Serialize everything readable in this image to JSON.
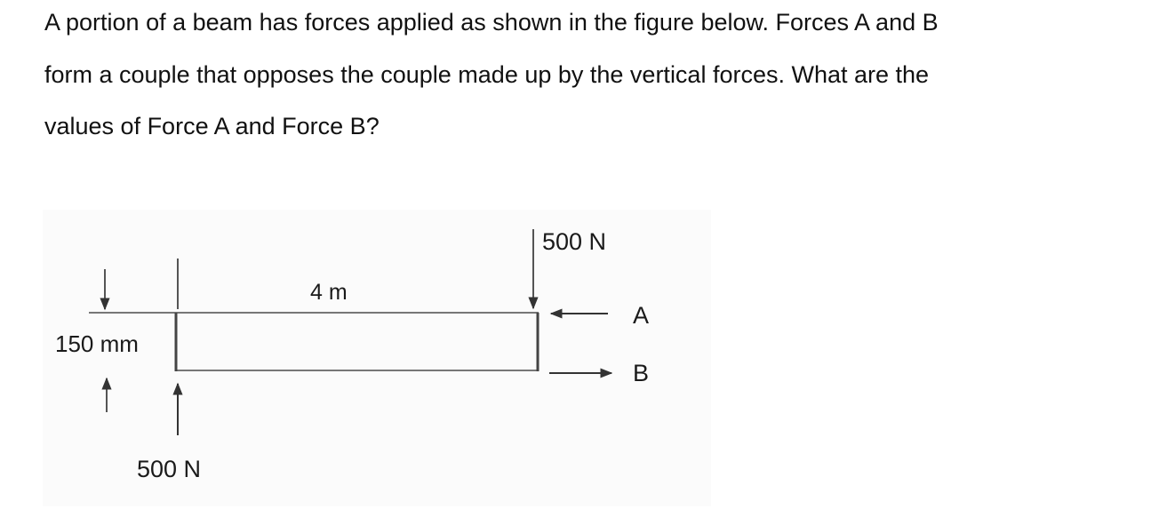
{
  "question": {
    "line1": "A portion of a beam has forces applied as shown in the figure below.  Forces A and B",
    "line2": "form a couple that opposes the couple made up by the vertical forces.  What are the",
    "line3": "values of Force A and Force B?"
  },
  "figure": {
    "top_force_label": "500 N",
    "length_label": "4 m",
    "depth_label": "150 mm",
    "bottom_force_label": "500 N",
    "force_a_label": "A",
    "force_b_label": "B"
  }
}
